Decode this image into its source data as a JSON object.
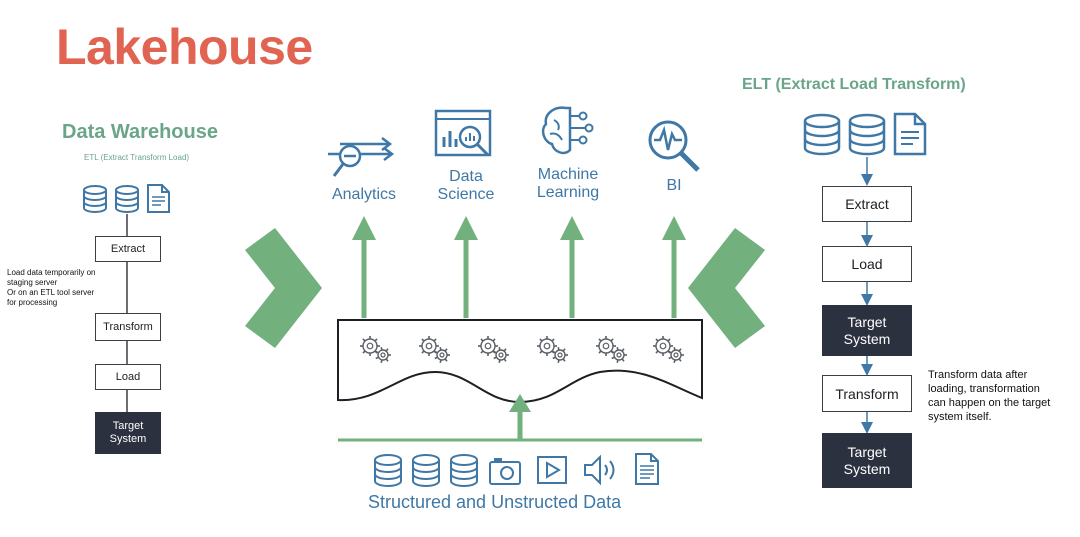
{
  "title": "Lakehouse",
  "data_warehouse": {
    "title": "Data Warehouse",
    "subtitle": "ETL (Extract Transform Load)",
    "steps": [
      "Extract",
      "Transform",
      "Load"
    ],
    "target": "Target System",
    "note": [
      "Load data temporarily on",
      "staging server",
      "Or on an ETL tool server",
      "for processing"
    ],
    "source_icons": [
      "database-icon",
      "database-icon",
      "document-icon"
    ]
  },
  "elt": {
    "title": "ELT (Extract Load Transform)",
    "steps": [
      "Extract",
      "Load"
    ],
    "target_1": "Target System",
    "transform": "Transform",
    "target_2": "Target System",
    "note": [
      "Transform data after",
      "loading, transformation",
      "can happen on the target",
      "system itself."
    ],
    "source_icons": [
      "database-icon",
      "database-icon",
      "document-icon"
    ]
  },
  "outputs": [
    {
      "label": [
        "Analytics"
      ],
      "icon": "analytics-icon"
    },
    {
      "label": [
        "Data",
        "Science"
      ],
      "icon": "data-science-icon"
    },
    {
      "label": [
        "Machine",
        "Learning"
      ],
      "icon": "machine-learning-icon"
    },
    {
      "label": [
        "BI"
      ],
      "icon": "bi-icon"
    }
  ],
  "sources": {
    "label": "Structured and Unstructed Data",
    "icons": [
      "database-icon",
      "database-icon",
      "database-icon",
      "camera-icon",
      "video-icon",
      "audio-icon",
      "document-icon"
    ]
  },
  "colors": {
    "title": "#e06451",
    "accent_green": "#6aa58a",
    "arrow_green": "#72b07e",
    "icon_blue": "#3f78a6",
    "dark_box": "#2c3140"
  }
}
